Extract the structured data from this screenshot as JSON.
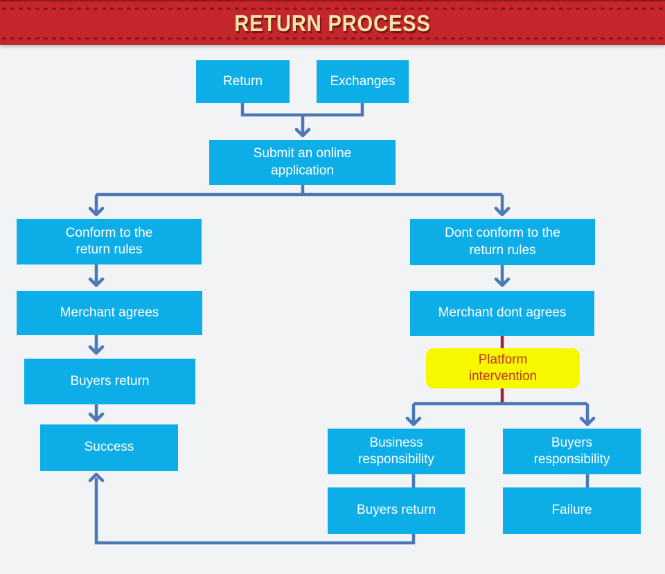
{
  "banner": {
    "title": "RETURN PROCESS"
  },
  "colors": {
    "page_bg": "#f2f3f4",
    "banner_bg": "#c5262c",
    "banner_dash": "#8a1519",
    "banner_title": "#f3e5a8",
    "node_bg": "#0daee7",
    "node_text": "#ffffff",
    "highlight_bg": "#f7f700",
    "highlight_text": "#c63327",
    "connector": "#4b77b7",
    "connector_red": "#a02031"
  },
  "nodes": {
    "return": {
      "label": "Return"
    },
    "exchanges": {
      "label": "Exchanges"
    },
    "submit": {
      "label": "Submit an online\napplication"
    },
    "conform": {
      "label": "Conform to the\nreturn rules"
    },
    "dont_conform": {
      "label": "Dont conform to the\nreturn rules"
    },
    "merchant_agrees": {
      "label": "Merchant agrees"
    },
    "merchant_dont_agrees": {
      "label": "Merchant dont agrees"
    },
    "platform_intervention": {
      "label": "Platform\nintervention"
    },
    "buyers_return_left": {
      "label": "Buyers return"
    },
    "success": {
      "label": "Success"
    },
    "business_responsibility": {
      "label": "Business\nresponsibility"
    },
    "buyers_responsibility": {
      "label": "Buyers\nresponsibility"
    },
    "buyers_return_mid": {
      "label": "Buyers return"
    },
    "failure": {
      "label": "Failure"
    }
  }
}
